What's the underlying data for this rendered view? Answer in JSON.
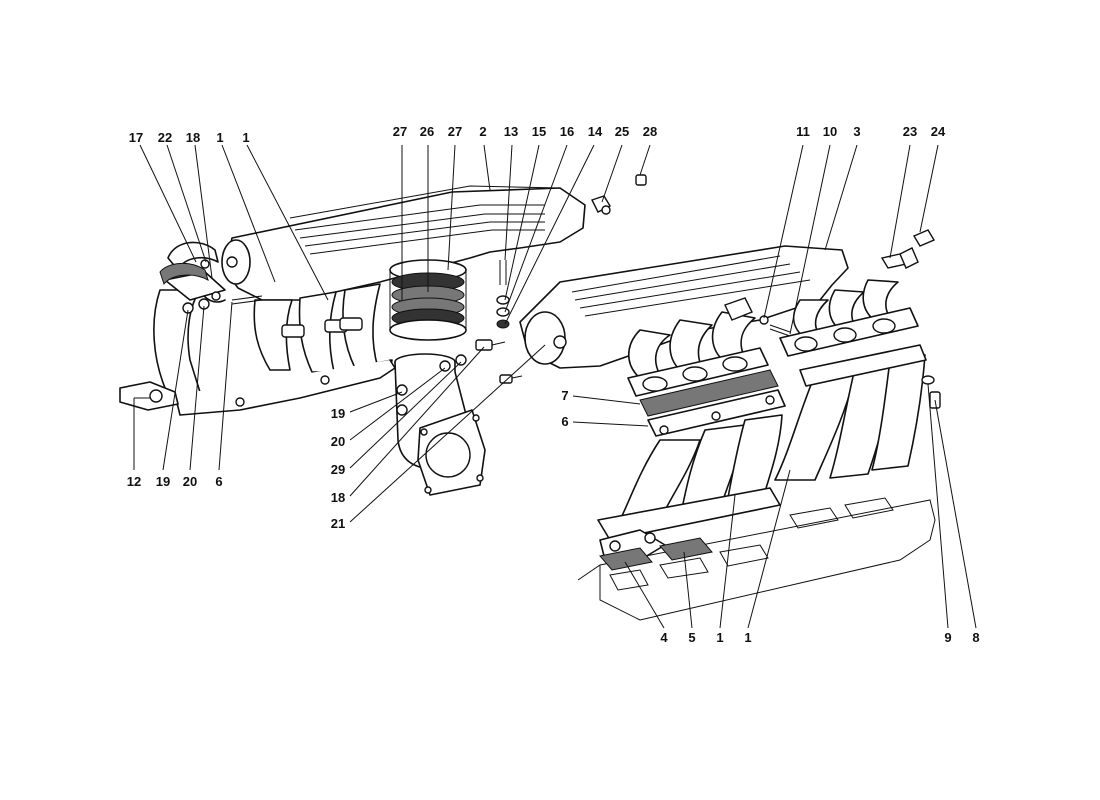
{
  "labels": [
    {
      "id": "l17a",
      "text": "17"
    },
    {
      "id": "l22",
      "text": "22"
    },
    {
      "id": "l18a",
      "text": "18"
    },
    {
      "id": "l1a",
      "text": "1"
    },
    {
      "id": "l1b",
      "text": "1"
    },
    {
      "id": "l27a",
      "text": "27"
    },
    {
      "id": "l26",
      "text": "26"
    },
    {
      "id": "l27b",
      "text": "27"
    },
    {
      "id": "l2",
      "text": "2"
    },
    {
      "id": "l13",
      "text": "13"
    },
    {
      "id": "l15",
      "text": "15"
    },
    {
      "id": "l16",
      "text": "16"
    },
    {
      "id": "l14",
      "text": "14"
    },
    {
      "id": "l25",
      "text": "25"
    },
    {
      "id": "l28",
      "text": "28"
    },
    {
      "id": "l11",
      "text": "11"
    },
    {
      "id": "l10",
      "text": "10"
    },
    {
      "id": "l3",
      "text": "3"
    },
    {
      "id": "l23",
      "text": "23"
    },
    {
      "id": "l24",
      "text": "24"
    },
    {
      "id": "l7",
      "text": "7"
    },
    {
      "id": "l6b",
      "text": "6"
    },
    {
      "id": "l12",
      "text": "12"
    },
    {
      "id": "l19a",
      "text": "19"
    },
    {
      "id": "l20a",
      "text": "20"
    },
    {
      "id": "l6a",
      "text": "6"
    },
    {
      "id": "l19b",
      "text": "19"
    },
    {
      "id": "l20b",
      "text": "20"
    },
    {
      "id": "l29",
      "text": "29"
    },
    {
      "id": "l18b",
      "text": "18"
    },
    {
      "id": "l21",
      "text": "21"
    },
    {
      "id": "l4",
      "text": "4"
    },
    {
      "id": "l5",
      "text": "5"
    },
    {
      "id": "l1c",
      "text": "1"
    },
    {
      "id": "l1d",
      "text": "1"
    },
    {
      "id": "l9",
      "text": "9"
    },
    {
      "id": "l8",
      "text": "8"
    }
  ]
}
